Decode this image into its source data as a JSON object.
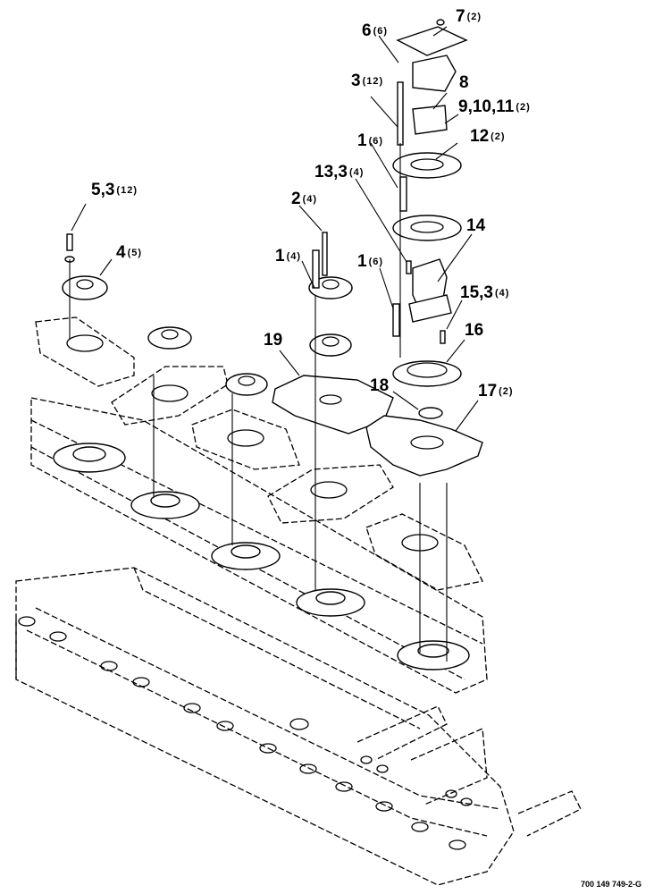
{
  "figure": {
    "reference_code": "700 149 749-2-G"
  },
  "callouts": [
    {
      "id": "c6",
      "part": "6",
      "qty": "(6)"
    },
    {
      "id": "c7",
      "part": "7",
      "qty": "(2)"
    },
    {
      "id": "c3",
      "part": "3",
      "qty": "(12)"
    },
    {
      "id": "c8",
      "part": "8",
      "qty": ""
    },
    {
      "id": "c9",
      "part": "9,10,11",
      "qty": "(2)"
    },
    {
      "id": "c1a",
      "part": "1",
      "qty": "(6)"
    },
    {
      "id": "c12",
      "part": "12",
      "qty": "(2)"
    },
    {
      "id": "c13",
      "part": "13,3",
      "qty": "(4)"
    },
    {
      "id": "c53",
      "part": "5,3",
      "qty": "(12)"
    },
    {
      "id": "c2",
      "part": "2",
      "qty": "(4)"
    },
    {
      "id": "c14",
      "part": "14",
      "qty": ""
    },
    {
      "id": "c1b",
      "part": "1",
      "qty": "(4)"
    },
    {
      "id": "c4",
      "part": "4",
      "qty": "(5)"
    },
    {
      "id": "c1c",
      "part": "1",
      "qty": "(6)"
    },
    {
      "id": "c15",
      "part": "15,3",
      "qty": "(4)"
    },
    {
      "id": "c19",
      "part": "19",
      "qty": ""
    },
    {
      "id": "c16",
      "part": "16",
      "qty": ""
    },
    {
      "id": "c18",
      "part": "18",
      "qty": ""
    },
    {
      "id": "c17",
      "part": "17",
      "qty": "(2)"
    }
  ]
}
